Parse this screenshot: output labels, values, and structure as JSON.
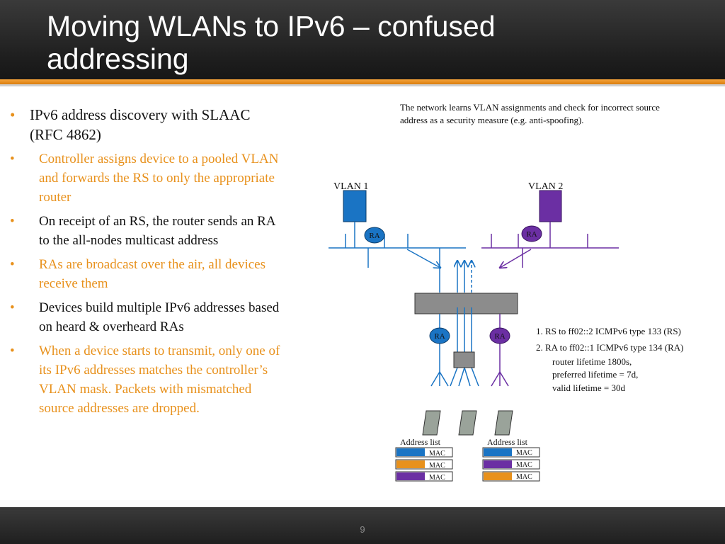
{
  "slide": {
    "title_line1": "Moving WLANs to IPv6 – confused",
    "title_line2": "addressing",
    "page_number": "9"
  },
  "bullets": [
    {
      "text_line1": "IPv6 address discovery with SLAAC",
      "text_line2": "(RFC 4862)"
    },
    {
      "text_line1": "Controller assigns device to a pooled VLAN",
      "text_line2": "and forwards the RS to only the appropriate",
      "text_line3": "router"
    },
    {
      "text_line1": "On receipt of an RS, the router sends an RA",
      "text_line2": "to the all-nodes multicast address"
    },
    {
      "text_line1": "RAs are broadcast over the air, all devices",
      "text_line2": "receive them"
    },
    {
      "text_line1": "Devices build multiple IPv6 addresses based",
      "text_line2": "on heard & overheard RAs"
    },
    {
      "text_line1": "When a device starts to transmit, only one of",
      "text_line2": "its IPv6 addresses matches the controller’s",
      "text_line3": "VLAN mask.  Packets with mismatched",
      "text_line4": "source addresses are dropped."
    }
  ],
  "bullet_glyph": "•",
  "diagram": {
    "note_line1": "The network learns VLAN assignments and check for incorrect source",
    "note_line2": "address as a security measure (e.g. anti-spoofing).",
    "vlan1_label": "VLAN 1",
    "vlan2_label": "VLAN 2",
    "ra_label": "RA",
    "legend_line1": "1. RS to ff02::2 ICMPv6 type 133 (RS)",
    "legend_line2": "2. RA to ff02::1 ICMPv6 type 134 (RA)",
    "legend_line3": "router lifetime 1800s,",
    "legend_line4": "preferred lifetime = 7d,",
    "legend_line5": "valid lifetime = 30d",
    "address_list_label": "Address list",
    "mac_label": "MAC",
    "colors": {
      "vlan1": "#1a74c4",
      "vlan2": "#6b2fa3",
      "orange": "#e8911c",
      "gray_box": "#8c8c8c",
      "device": "#9aa39a"
    }
  }
}
